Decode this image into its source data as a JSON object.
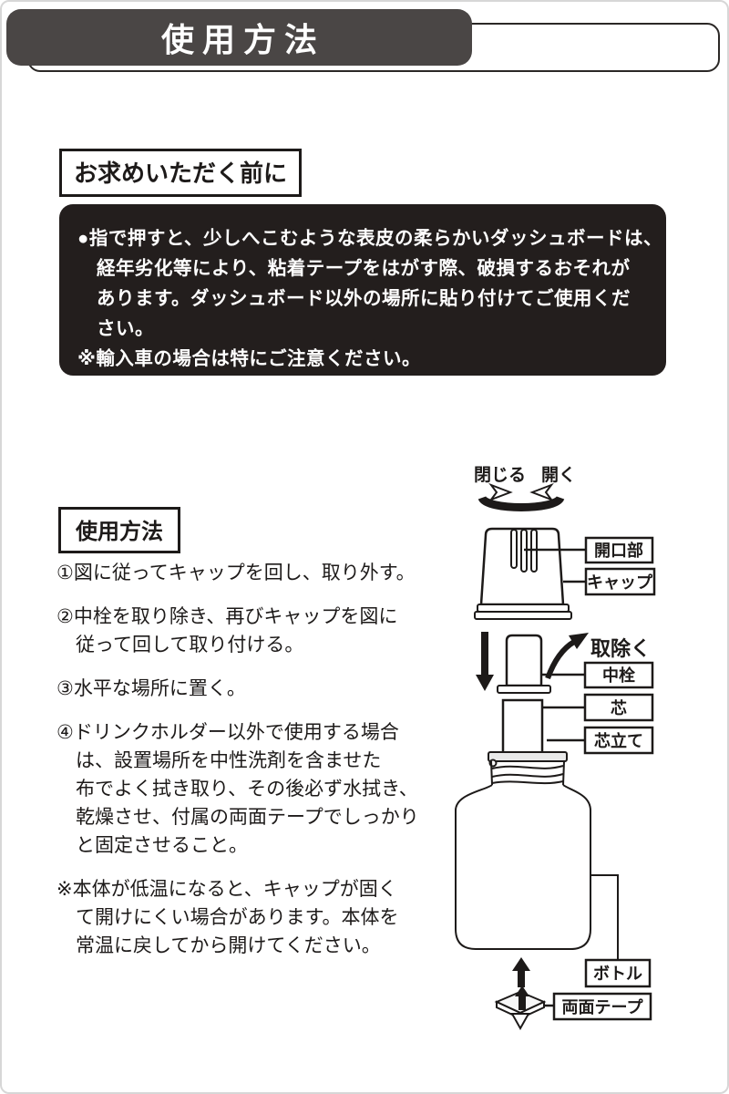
{
  "header": {
    "title": "使用方法"
  },
  "before": {
    "heading": "お求めいただく前に",
    "lines": [
      "●指で押すと、少しへこむような表皮の柔らかいダッシュボードは、",
      "経年劣化等により、粘着テープをはがす際、破損するおそれが",
      "あります。ダッシュボード以外の場所に貼り付けてご使用くだ",
      "さい。",
      "※輸入車の場合は特にご注意ください。"
    ]
  },
  "usage": {
    "heading": "使用方法",
    "steps": [
      {
        "lines": [
          "①図に従ってキャップを回し、取り外す。"
        ]
      },
      {
        "lines": [
          "②中栓を取り除き、再びキャップを図に",
          "従って回して取り付ける。"
        ]
      },
      {
        "lines": [
          "③水平な場所に置く。"
        ]
      },
      {
        "lines": [
          "④ドリンクホルダー以外で使用する場合",
          "は、設置場所を中性洗剤を含ませた",
          "布でよく拭き取り、その後必ず水拭き、",
          "乾燥させ、付属の両面テープでしっかり",
          "と固定させること。"
        ]
      }
    ],
    "note_lines": [
      "※本体が低温になると、キャップが固く",
      "て開けにくい場合があります。本体を",
      "常温に戻してから開けてください。"
    ]
  },
  "diagram": {
    "rotate_close": "閉じる",
    "rotate_open": "開く",
    "remove_label": "取除く",
    "labels": {
      "opening": "開口部",
      "cap": "キャップ",
      "plug": "中栓",
      "wick": "芯",
      "wick_stand": "芯立て",
      "bottle": "ボトル",
      "tape": "両面テープ"
    }
  },
  "colors": {
    "header_bg": "#4a4645",
    "warning_bg": "#231e1d",
    "text": "#1d1a19"
  }
}
